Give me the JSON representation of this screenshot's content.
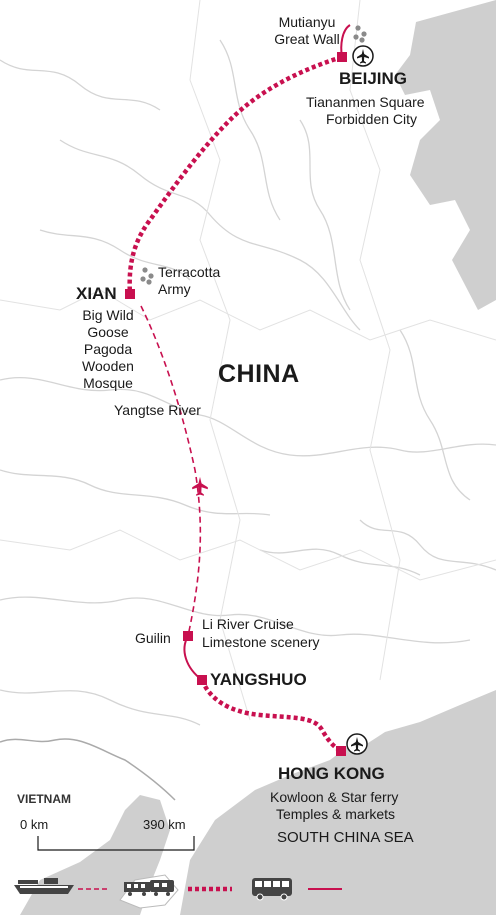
{
  "colors": {
    "route": "#c8104f",
    "water": "#cfcfcf",
    "land": "#ffffff",
    "river": "#d4d4d4",
    "border": "#aaaaaa",
    "sight": "#8a8a8a",
    "text": "#1a1a1a"
  },
  "labels": {
    "mutianyu": "Mutianyu",
    "great_wall": "Great Wall",
    "beijing": "BEIJING",
    "tiananmen": "Tiananmen Square",
    "forbidden_city": "Forbidden City",
    "xian": "XIAN",
    "terracotta": "Terracotta",
    "army": "Army",
    "big_wild": "Big Wild",
    "goose": "Goose",
    "pagoda": "Pagoda",
    "wooden": "Wooden",
    "mosque": "Mosque",
    "china": "CHINA",
    "yangtse": "Yangtse River",
    "guilin": "Guilin",
    "li_river": "Li River Cruise",
    "limestone": "Limestone scenery",
    "yangshuo": "YANGSHUO",
    "hong_kong": "HONG KONG",
    "kowloon": "Kowloon & Star ferry",
    "temples": "Temples & markets",
    "south_china_sea": "SOUTH CHINA SEA",
    "vietnam": "VIETNAM"
  },
  "scale": {
    "start": "0 km",
    "end": "390 km"
  },
  "legend": [
    {
      "icon": "boat-icon",
      "line": "dashed"
    },
    {
      "icon": "train-icon",
      "line": "dotted"
    },
    {
      "icon": "bus-icon",
      "line": "solid"
    }
  ],
  "icons": {
    "airport": "airplane-circle-icon",
    "flight": "airplane-icon",
    "sight": "sight-cluster-icon"
  }
}
